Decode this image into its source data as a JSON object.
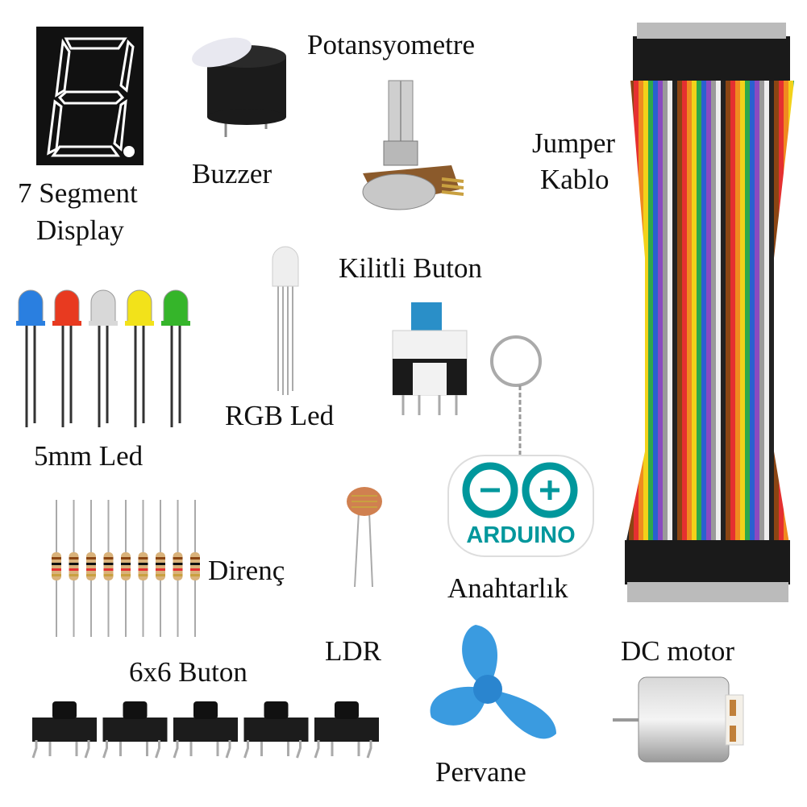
{
  "labels": {
    "seven_segment_1": "7 Segment",
    "seven_segment_2": "Display",
    "buzzer": "Buzzer",
    "potentiometer": "Potansyometre",
    "jumper_1": "Jumper",
    "jumper_2": "Kablo",
    "latching_button": "Kilitli Buton",
    "rgb_led": "RGB Led",
    "led_5mm": "5mm Led",
    "resistor": "Direnç",
    "ldr": "LDR",
    "keychain": "Anahtarlık",
    "button_6x6": "6x6 Buton",
    "dc_motor": "DC motor",
    "propeller": "Pervane"
  },
  "keychain_logo_text": "ARDUINO",
  "colors": {
    "arduino_teal": "#00979c",
    "propeller_blue": "#3a9be0",
    "led_colors": [
      "#2a7fe0",
      "#e83a20",
      "#d8d8d8",
      "#f2e21a",
      "#35b52a"
    ],
    "wire_colors": [
      "#8b4513",
      "#e53030",
      "#f08a20",
      "#f2d21a",
      "#2fa84a",
      "#2a60d0",
      "#8a4ac0",
      "#9a9a9a",
      "#f2f2f2",
      "#222222"
    ]
  }
}
